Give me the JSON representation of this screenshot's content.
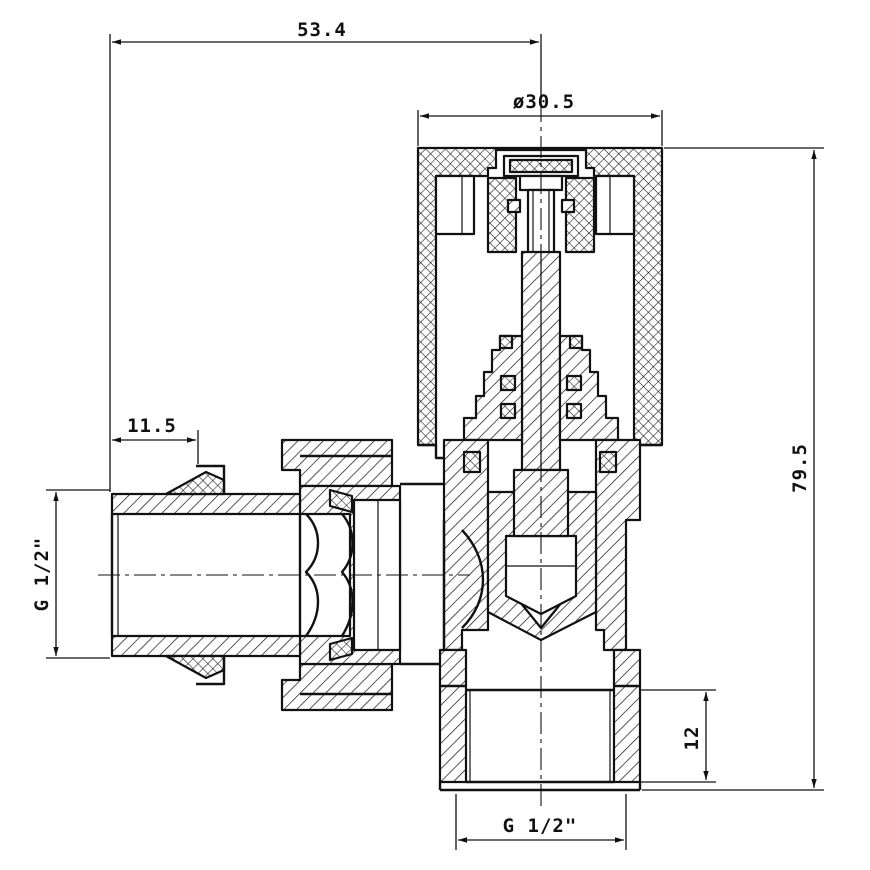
{
  "drawing": {
    "dimensions": {
      "overall_width": "53.4",
      "cap_diameter": "ø30.5",
      "overall_height": "79.5",
      "inlet_length": "11.5",
      "inlet_thread": "G 1/2\"",
      "outlet_thread_depth": "12",
      "outlet_thread": "G 1/2\""
    }
  }
}
